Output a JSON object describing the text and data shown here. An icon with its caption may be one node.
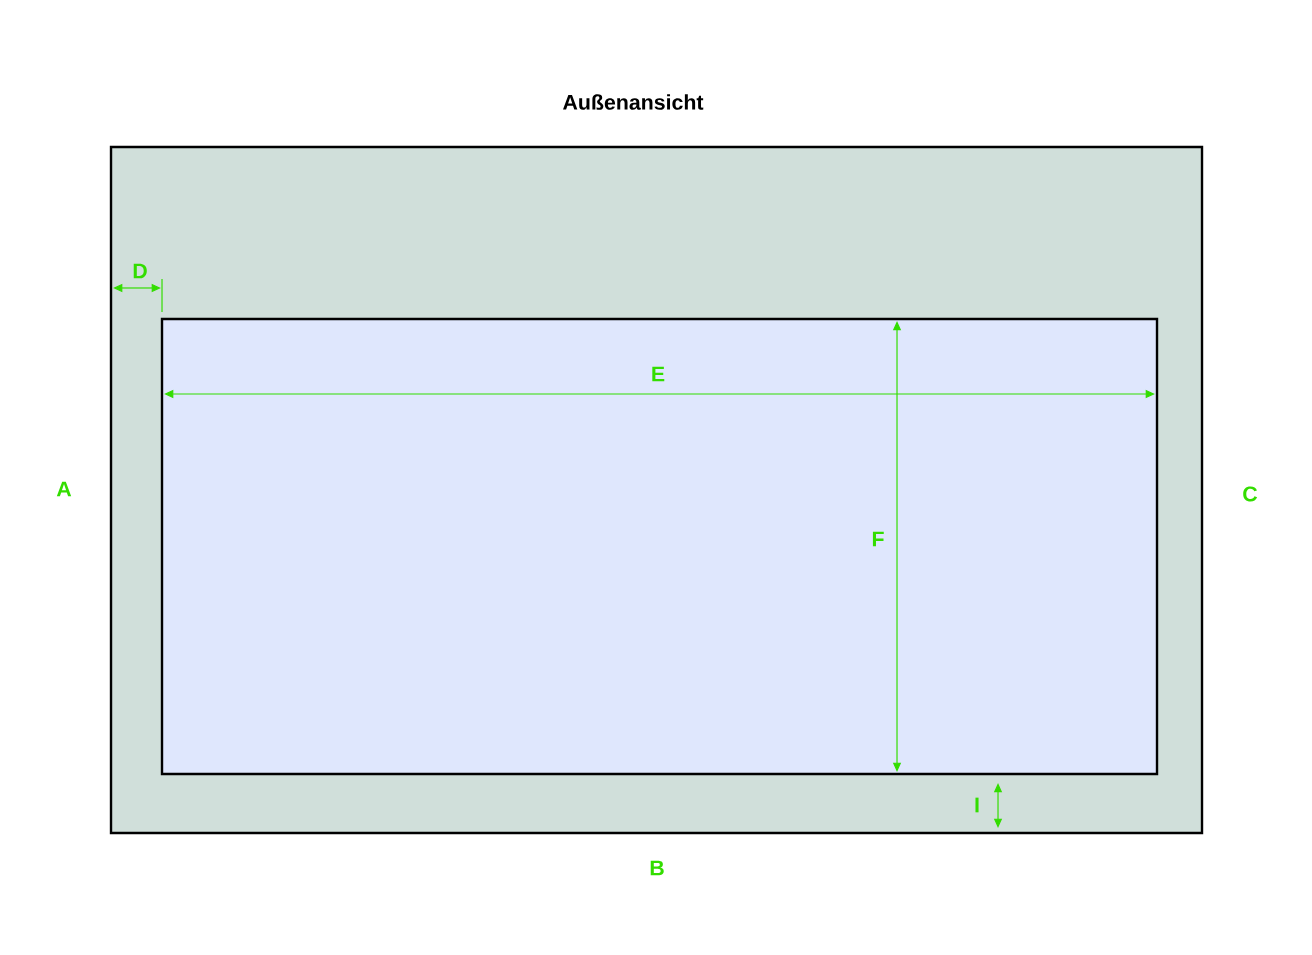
{
  "diagram": {
    "title": "Außenansicht",
    "nodes": [
      {
        "text": [],
        "shape": "box"
      },
      {
        "text": [],
        "shape": "box",
        "in": 0
      }
    ],
    "labels": [
      "D",
      "E",
      "A",
      "C",
      "F",
      "I",
      "B"
    ]
  }
}
